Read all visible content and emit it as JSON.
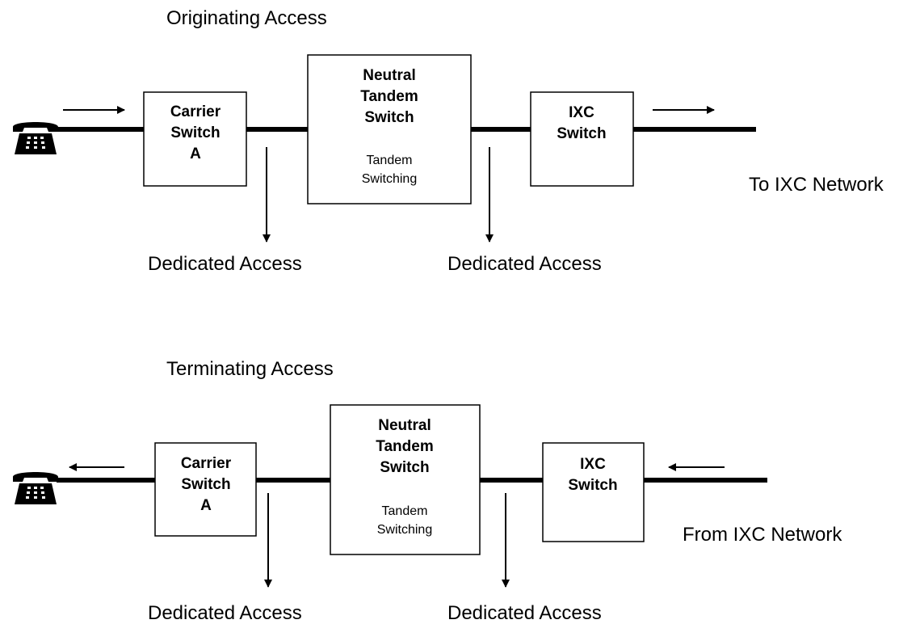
{
  "colors": {
    "line": "#000000",
    "background": "#ffffff"
  },
  "originating": {
    "title": "Originating Access",
    "carrier_switch": [
      "Carrier",
      "Switch",
      "A"
    ],
    "neutral_tandem": [
      "Neutral",
      "Tandem",
      "Switch"
    ],
    "neutral_tandem_sub": [
      "Tandem",
      "Switching"
    ],
    "ixc_switch": [
      "IXC",
      "Switch"
    ],
    "network_label": "To IXC Network",
    "dedicated_left": "Dedicated Access",
    "dedicated_right": "Dedicated Access",
    "phone_icon": "telephone-icon"
  },
  "terminating": {
    "title": "Terminating Access",
    "carrier_switch": [
      "Carrier",
      "Switch",
      "A"
    ],
    "neutral_tandem": [
      "Neutral",
      "Tandem",
      "Switch"
    ],
    "neutral_tandem_sub": [
      "Tandem",
      "Switching"
    ],
    "ixc_switch": [
      "IXC",
      "Switch"
    ],
    "network_label": "From IXC Network",
    "dedicated_left": "Dedicated Access",
    "dedicated_right": "Dedicated Access",
    "phone_icon": "telephone-icon"
  }
}
